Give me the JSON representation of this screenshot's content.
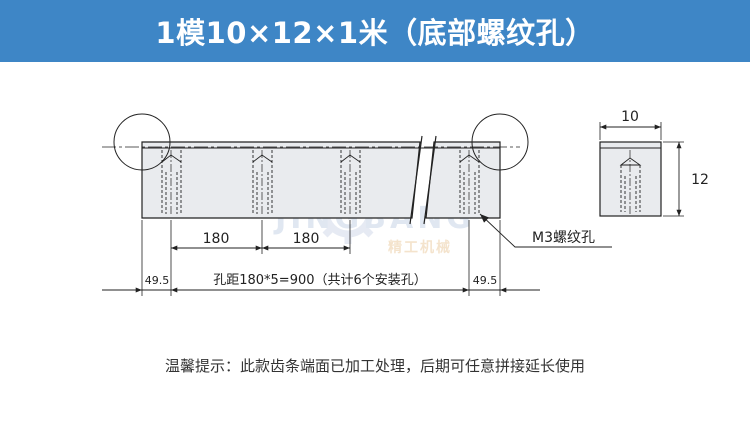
{
  "header": {
    "title": "1模10×12×1米（底部螺纹孔）"
  },
  "watermark": {
    "brand": "JINGBANG",
    "sub": "精工机械"
  },
  "front_view": {
    "hole_pitch_1": "180",
    "hole_pitch_2": "180",
    "thread_label": "M3螺纹孔",
    "end_left": "49.5",
    "end_right": "49.5",
    "total_note": "孔距180*5=900（共计6个安装孔）"
  },
  "side_view": {
    "width": "10",
    "height": "12"
  },
  "tip": "温馨提示：此款齿条端面已加工处理，后期可任意拼接延长使用",
  "colors": {
    "header": "#3e86c6",
    "part_fill": "#e9ebee",
    "line": "#222222"
  }
}
